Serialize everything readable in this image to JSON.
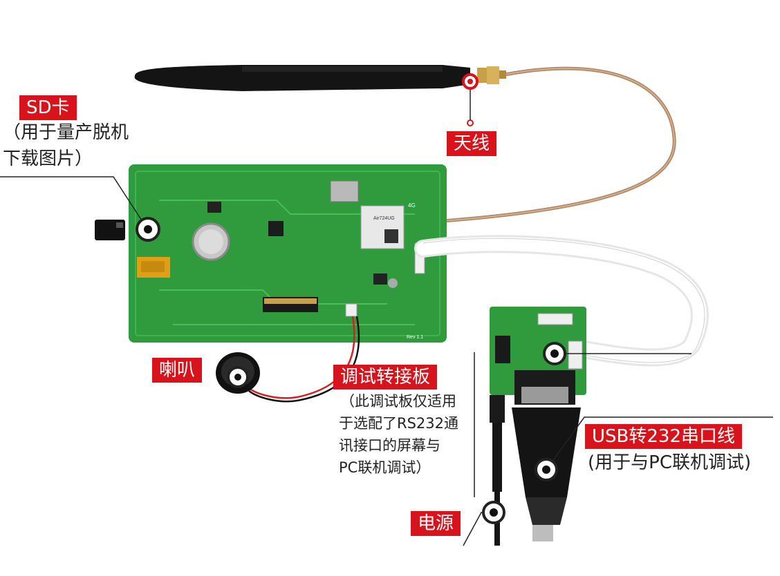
{
  "labels": {
    "sd": "SD卡",
    "sd_note_1": "（用于量产脱机",
    "sd_note_2": "下载图片）",
    "antenna": "天线",
    "speaker": "喇叭",
    "debug_board": "调试转接板",
    "debug_note_1": "（此调试板仅适用",
    "debug_note_2": "于选配了RS232通",
    "debug_note_3": "讯接口的屏幕与",
    "debug_note_4": "PC联机调试）",
    "usb_cable": "USB转232串口线",
    "usb_note": "(用于与PC联机调试)",
    "power": "电源"
  },
  "pcb_silk": {
    "module": "Air724UG",
    "net": "4G",
    "rev": "Rev 1.1"
  },
  "colors": {
    "tag_bg": "#d9131c",
    "pcb": "#2e9a3c",
    "cable": "#f2f2f2",
    "antenna": "#151515",
    "coax": "#b08866"
  }
}
